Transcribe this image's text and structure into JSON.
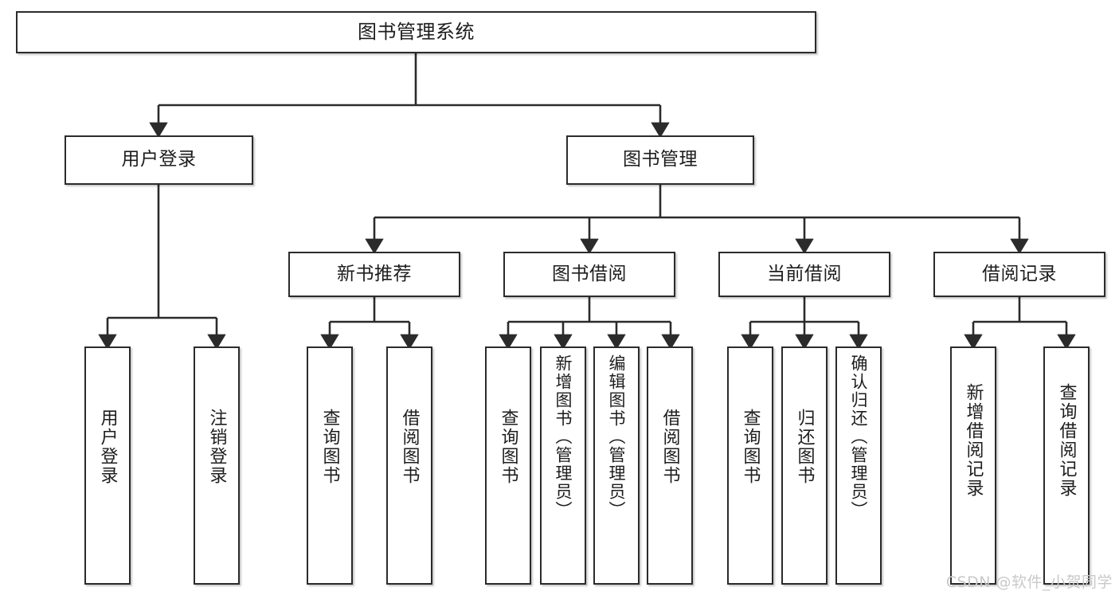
{
  "diagram": {
    "type": "tree",
    "title": "图书管理系统",
    "root": {
      "label": "图书管理系统"
    },
    "level2": [
      {
        "label": "用户登录"
      },
      {
        "label": "图书管理"
      }
    ],
    "level3": [
      {
        "label": "新书推荐"
      },
      {
        "label": "图书借阅"
      },
      {
        "label": "当前借阅"
      },
      {
        "label": "借阅记录"
      }
    ],
    "leaves": {
      "user_login": [
        {
          "label": "用户登录"
        },
        {
          "label": "注销登录"
        }
      ],
      "new_book": [
        {
          "label": "查询图书"
        },
        {
          "label": "借阅图书"
        }
      ],
      "book_borrow": [
        {
          "label": "查询图书"
        },
        {
          "label": "新增图书（管理员）"
        },
        {
          "label": "编辑图书（管理员）"
        },
        {
          "label": "借阅图书"
        }
      ],
      "current_borrow": [
        {
          "label": "查询图书"
        },
        {
          "label": "归还图书"
        },
        {
          "label": "确认归还（管理员）"
        }
      ],
      "borrow_record": [
        {
          "label": "新增借阅记录"
        },
        {
          "label": "查询借阅记录"
        }
      ]
    }
  },
  "watermark": {
    "text": "CSDN @软件_小贺同学"
  },
  "colors": {
    "stroke": "#2b2b2b",
    "fill": "#ffffff",
    "text": "#1d1d1d",
    "watermark": "#c9c9c9"
  }
}
